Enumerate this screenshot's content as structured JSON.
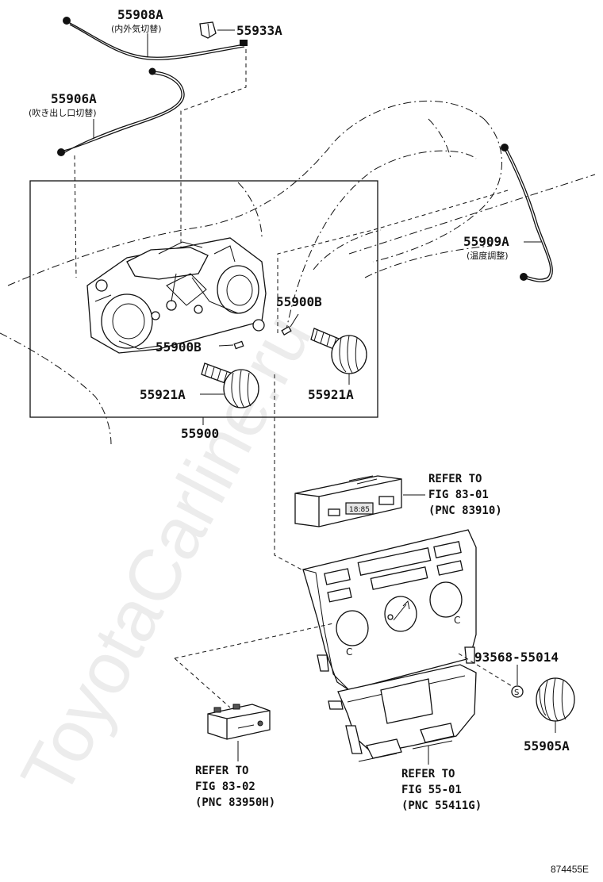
{
  "labels": {
    "p55908A": "55908A",
    "p55908A_jp": "(内外気切替)",
    "p55933A": "55933A",
    "p55906A": "55906A",
    "p55906A_jp": "(吹き出し口切替)",
    "p55909A": "55909A",
    "p55909A_jp": "(温度調整)",
    "p55900B_right": "55900B",
    "p55900B_left": "55900B",
    "p55921A_left": "55921A",
    "p55921A_right": "55921A",
    "p55900": "55900",
    "p93568": "93568-55014",
    "p55905A": "55905A"
  },
  "refs": {
    "fig8301": [
      "REFER TO",
      "FIG 83-01",
      "(PNC 83910)"
    ],
    "fig8302": [
      "REFER TO",
      "FIG 83-02",
      "(PNC 83950H)"
    ],
    "fig5501": [
      "REFER TO",
      "FIG 55-01",
      "(PNC 55411G)"
    ]
  },
  "glyphs": {
    "clock_display": "18:85",
    "c_left": "C",
    "c_right": "C",
    "s_mark": "S"
  },
  "watermark": "ToyotaCarline.ru",
  "footer_code": "874455E"
}
